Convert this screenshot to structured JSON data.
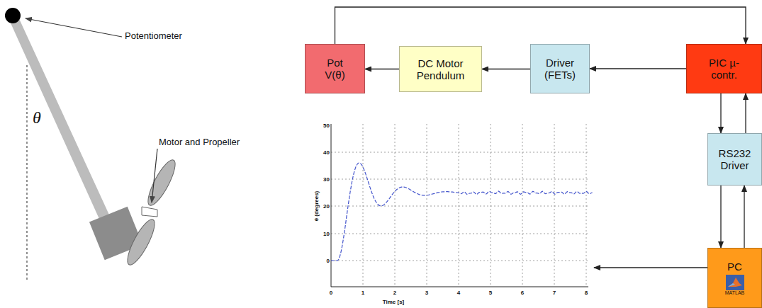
{
  "diagram": {
    "nodes": [
      {
        "text": [
          "Pot V(θ)"
        ]
      },
      {
        "text": [
          "DC Motor Pendulum"
        ]
      },
      {
        "text": [
          "Driver (FETs)"
        ]
      },
      {
        "text": [
          "PIC µ-contr."
        ]
      },
      {
        "text": [
          "RS232 Driver"
        ]
      },
      {
        "text": [
          "PC",
          "MATLAB"
        ]
      }
    ],
    "edges": [
      {
        "from": 0,
        "to": 3,
        "arrow": "to"
      },
      {
        "from": 3,
        "to": 2,
        "arrow": "to"
      },
      {
        "from": 2,
        "to": 1,
        "arrow": "to"
      },
      {
        "from": 1,
        "to": 0,
        "arrow": "to"
      },
      {
        "from": 3,
        "to": 4,
        "arrow": "to"
      },
      {
        "from": 4,
        "to": 3,
        "arrow": "to"
      },
      {
        "from": 4,
        "to": 5,
        "arrow": "to"
      },
      {
        "from": 5,
        "to": 4,
        "arrow": "to"
      }
    ],
    "labels": [
      "Potentiometer",
      "θ",
      "Motor and Propeller",
      "50",
      "40",
      "30",
      "20",
      "10",
      "0",
      "0",
      "1",
      "2",
      "3",
      "4",
      "5",
      "6",
      "7",
      "8",
      "θ (degrees)",
      "Time [s]"
    ]
  }
}
